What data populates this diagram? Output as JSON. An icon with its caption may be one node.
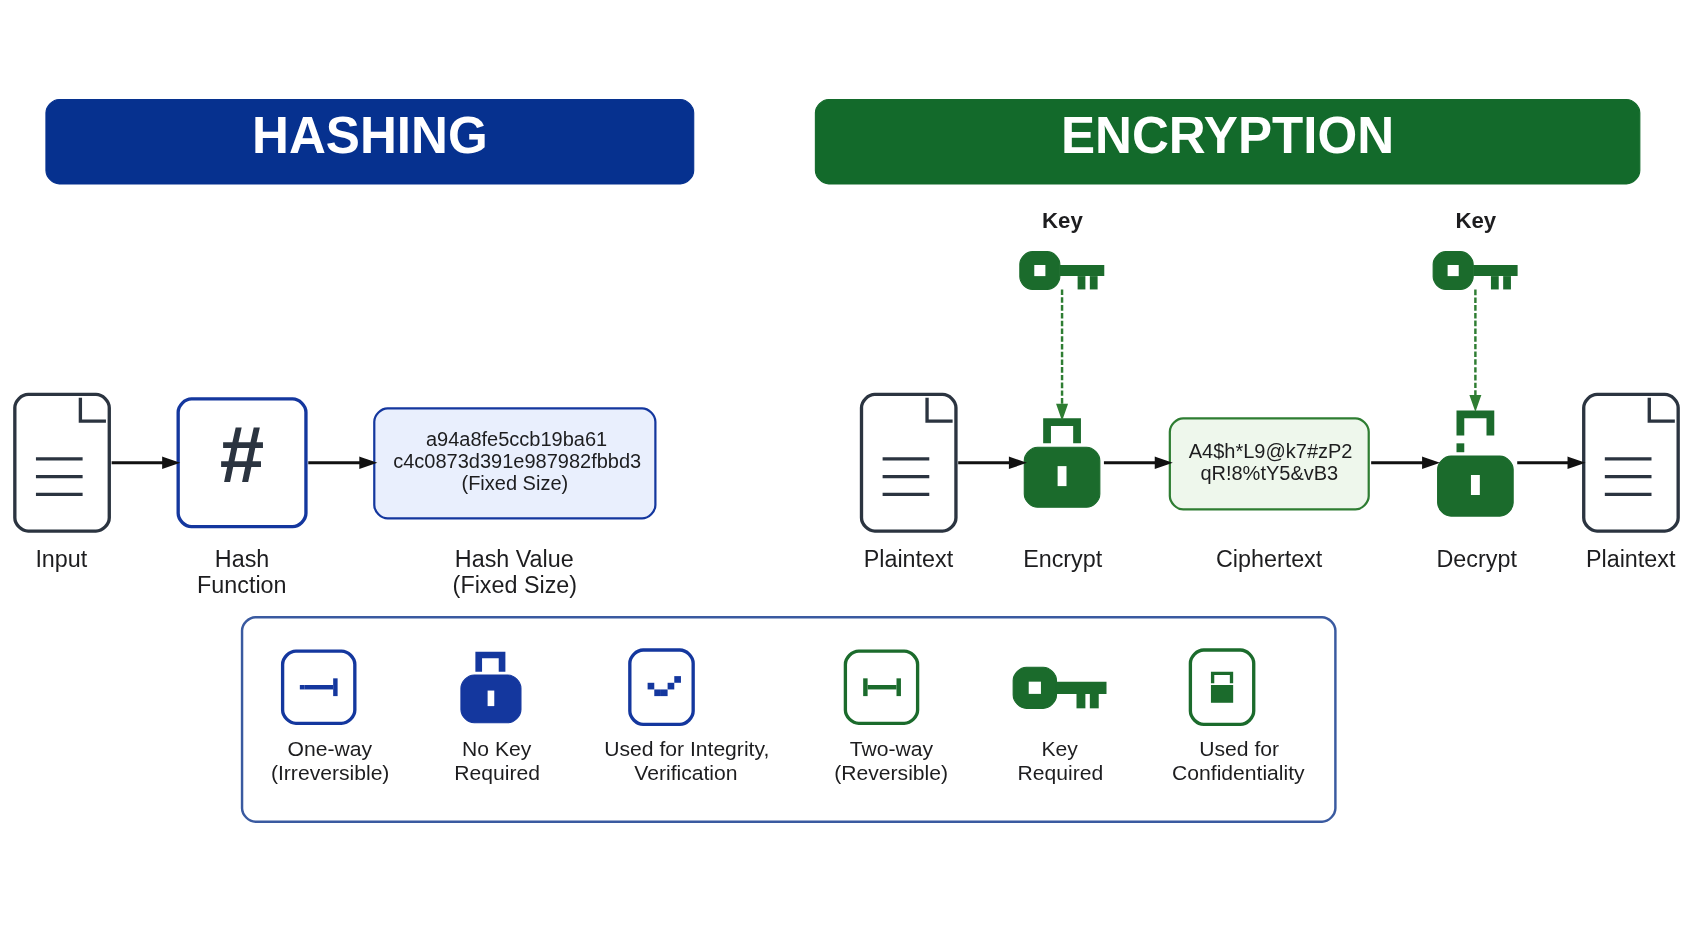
{
  "diagram": {
    "nodes": [
      {
        "text": [
          "HASHING"
        ]
      },
      {
        "text": [
          "ENCRYPTION"
        ]
      },
      {
        "text": [
          "Input"
        ]
      },
      {
        "text": [
          "#",
          "Hash Function"
        ]
      },
      {
        "text": [
          "a94a8fe5ccb19ba61 c4c0873d391e987982fbbd3 (Fixed Size)",
          "Hash Value (Fixed Size)"
        ]
      },
      {
        "text": [
          "Key"
        ]
      },
      {
        "text": [
          "Key"
        ]
      },
      {
        "text": [
          "Plaintext"
        ]
      },
      {
        "text": [
          "Encrypt"
        ]
      },
      {
        "text": [
          "A4$h*L9@k7#zP2 qR!8%tY5&vB3",
          "Ciphertext"
        ]
      },
      {
        "text": [
          "Decrypt"
        ]
      },
      {
        "text": [
          "Plaintext"
        ]
      },
      {
        "text": [],
        "shape": "box"
      },
      {
        "text": [
          "One-way (Irreversible)"
        ],
        "in": 12
      },
      {
        "text": [
          "No Key Required"
        ],
        "in": 12
      },
      {
        "text": [
          "Used for Integrity, Verification"
        ],
        "in": 12
      },
      {
        "text": [
          "Two-way (Reversible)"
        ],
        "in": 12
      },
      {
        "text": [
          "Key Required"
        ],
        "in": 12
      },
      {
        "text": [
          "Used for Confidentiality"
        ],
        "in": 12
      }
    ],
    "edges": [
      {
        "from": 2,
        "to": 3,
        "arrow": "to"
      },
      {
        "from": 3,
        "to": 4,
        "arrow": "to"
      },
      {
        "from": 5,
        "to": 8,
        "arrow": "to",
        "style": "dashed",
        "color": "#2e7d32"
      },
      {
        "from": 6,
        "to": 10,
        "arrow": "to",
        "style": "dashed",
        "color": "#2e7d32"
      },
      {
        "from": 7,
        "to": 8,
        "arrow": "to"
      },
      {
        "from": 8,
        "to": 9,
        "arrow": "to"
      },
      {
        "from": 9,
        "to": 10,
        "arrow": "to"
      },
      {
        "from": 10,
        "to": 11,
        "arrow": "to"
      }
    ]
  }
}
